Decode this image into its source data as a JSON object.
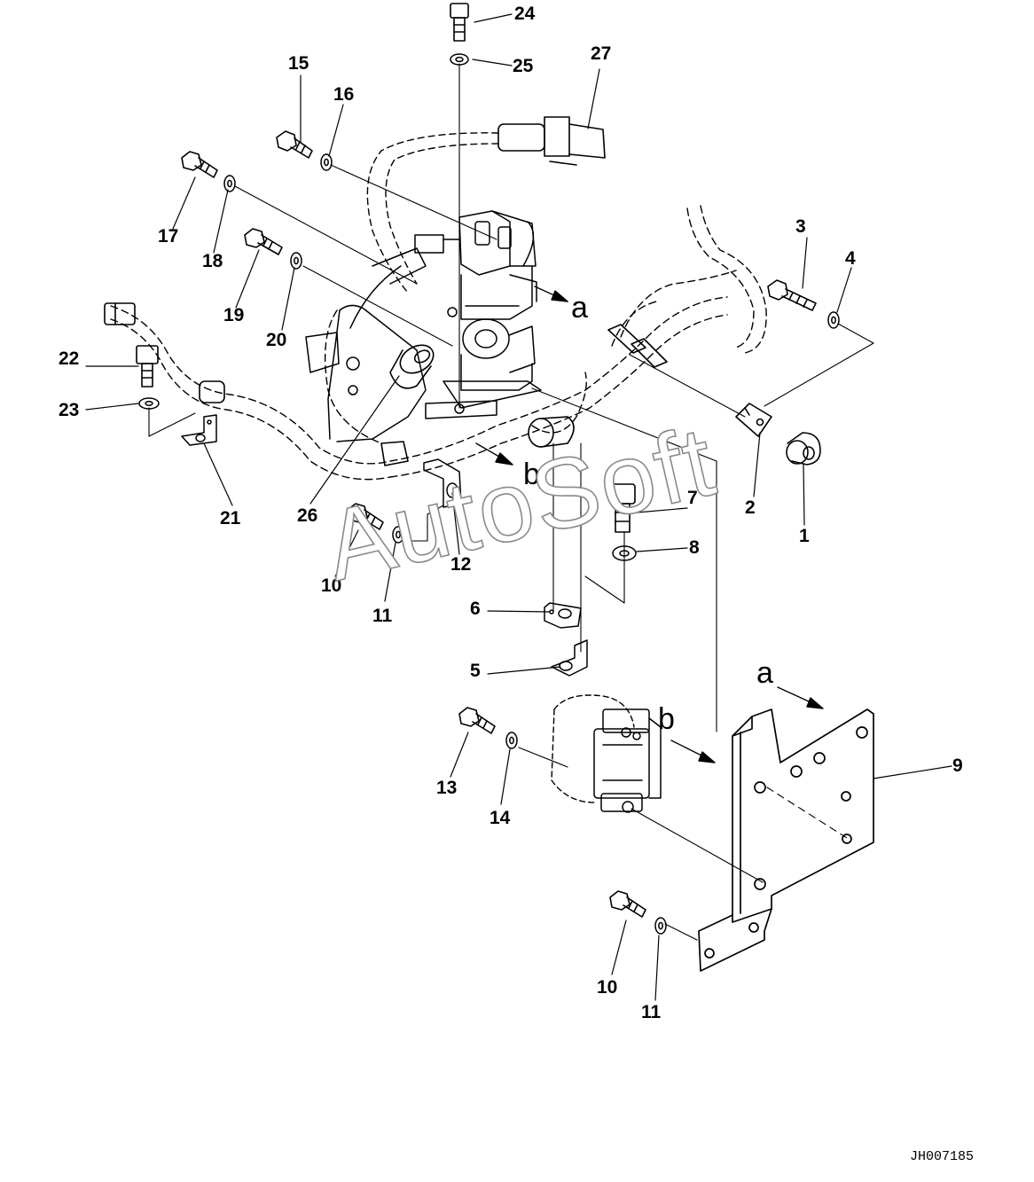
{
  "watermark": "AutoSoft",
  "drawing_code": "JH007185",
  "view_labels": {
    "a_top": "a",
    "b_top": "b",
    "a_bottom": "a",
    "b_bottom": "b"
  },
  "part_numbers": {
    "p1": "1",
    "p2": "2",
    "p3": "3",
    "p4": "4",
    "p5": "5",
    "p6": "6",
    "p7": "7",
    "p8": "8",
    "p9": "9",
    "p10a": "10",
    "p10b": "10",
    "p11a": "11",
    "p11b": "11",
    "p12": "12",
    "p13": "13",
    "p14": "14",
    "p15": "15",
    "p16": "16",
    "p17": "17",
    "p18": "18",
    "p19": "19",
    "p20": "20",
    "p21": "21",
    "p22": "22",
    "p23": "23",
    "p24": "24",
    "p25": "25",
    "p26": "26",
    "p27": "27"
  },
  "colors": {
    "line": "#000000",
    "watermark_outline": "#8a8a8a"
  }
}
